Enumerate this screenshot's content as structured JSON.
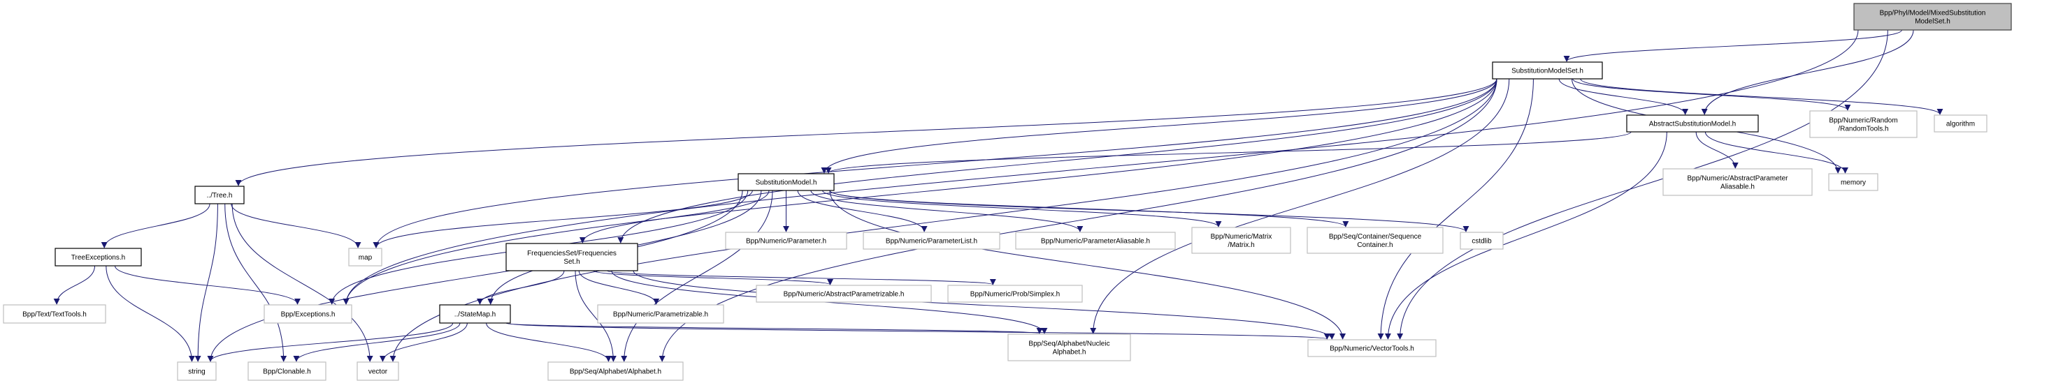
{
  "graph": {
    "edge_color": "#191970",
    "root_fill": "#bfbfbf",
    "nodes": [
      {
        "id": "mixed",
        "lines": [
          "Bpp/Phyl/Model/MixedSubstitution",
          "ModelSet.h"
        ],
        "kind": "root"
      },
      {
        "id": "smset",
        "lines": [
          "SubstitutionModelSet.h"
        ],
        "kind": "doc"
      },
      {
        "id": "asm",
        "lines": [
          "AbstractSubstitutionModel.h"
        ],
        "kind": "doc"
      },
      {
        "id": "random",
        "lines": [
          "Bpp/Numeric/Random",
          "/RandomTools.h"
        ],
        "kind": "ext"
      },
      {
        "id": "algorithm",
        "lines": [
          "algorithm"
        ],
        "kind": "ext"
      },
      {
        "id": "apa",
        "lines": [
          "Bpp/Numeric/AbstractParameter",
          "Aliasable.h"
        ],
        "kind": "ext"
      },
      {
        "id": "memory",
        "lines": [
          "memory"
        ],
        "kind": "ext"
      },
      {
        "id": "tree",
        "lines": [
          "../Tree.h"
        ],
        "kind": "doc"
      },
      {
        "id": "sm",
        "lines": [
          "SubstitutionModel.h"
        ],
        "kind": "doc"
      },
      {
        "id": "treeexc",
        "lines": [
          "TreeExceptions.h"
        ],
        "kind": "doc"
      },
      {
        "id": "map",
        "lines": [
          "map"
        ],
        "kind": "ext"
      },
      {
        "id": "freq",
        "lines": [
          "FrequenciesSet/Frequencies",
          "Set.h"
        ],
        "kind": "doc"
      },
      {
        "id": "param",
        "lines": [
          "Bpp/Numeric/Parameter.h"
        ],
        "kind": "ext"
      },
      {
        "id": "paramlist",
        "lines": [
          "Bpp/Numeric/ParameterList.h"
        ],
        "kind": "ext"
      },
      {
        "id": "paramalias",
        "lines": [
          "Bpp/Numeric/ParameterAliasable.h"
        ],
        "kind": "ext"
      },
      {
        "id": "matrix",
        "lines": [
          "Bpp/Numeric/Matrix",
          "/Matrix.h"
        ],
        "kind": "ext"
      },
      {
        "id": "seqcont",
        "lines": [
          "Bpp/Seq/Container/Sequence",
          "Container.h"
        ],
        "kind": "ext"
      },
      {
        "id": "cstdlib",
        "lines": [
          "cstdlib"
        ],
        "kind": "ext"
      },
      {
        "id": "texttools",
        "lines": [
          "Bpp/Text/TextTools.h"
        ],
        "kind": "ext"
      },
      {
        "id": "exceptions",
        "lines": [
          "Bpp/Exceptions.h"
        ],
        "kind": "ext"
      },
      {
        "id": "statemap",
        "lines": [
          "../StateMap.h"
        ],
        "kind": "doc"
      },
      {
        "id": "parametrizable",
        "lines": [
          "Bpp/Numeric/Parametrizable.h"
        ],
        "kind": "ext"
      },
      {
        "id": "absparametrizable",
        "lines": [
          "Bpp/Numeric/AbstractParametrizable.h"
        ],
        "kind": "ext"
      },
      {
        "id": "simplex",
        "lines": [
          "Bpp/Numeric/Prob/Simplex.h"
        ],
        "kind": "ext"
      },
      {
        "id": "string",
        "lines": [
          "string"
        ],
        "kind": "ext"
      },
      {
        "id": "clonable",
        "lines": [
          "Bpp/Clonable.h"
        ],
        "kind": "ext"
      },
      {
        "id": "vector",
        "lines": [
          "vector"
        ],
        "kind": "ext"
      },
      {
        "id": "alphabet",
        "lines": [
          "Bpp/Seq/Alphabet/Alphabet.h"
        ],
        "kind": "ext"
      },
      {
        "id": "nucleic",
        "lines": [
          "Bpp/Seq/Alphabet/Nucleic",
          "Alphabet.h"
        ],
        "kind": "ext"
      },
      {
        "id": "vectortools",
        "lines": [
          "Bpp/Numeric/VectorTools.h"
        ],
        "kind": "ext"
      }
    ],
    "edges": [
      [
        "mixed",
        "smset"
      ],
      [
        "mixed",
        "asm"
      ],
      [
        "mixed",
        "exceptions"
      ],
      [
        "mixed",
        "vectortools"
      ],
      [
        "smset",
        "tree"
      ],
      [
        "smset",
        "exceptions"
      ],
      [
        "smset",
        "map"
      ],
      [
        "smset",
        "vector"
      ],
      [
        "smset",
        "freq"
      ],
      [
        "smset",
        "sm"
      ],
      [
        "smset",
        "asm"
      ],
      [
        "smset",
        "random"
      ],
      [
        "smset",
        "algorithm"
      ],
      [
        "smset",
        "memory"
      ],
      [
        "smset",
        "vectortools"
      ],
      [
        "smset",
        "nucleic"
      ],
      [
        "smset",
        "alphabet"
      ],
      [
        "asm",
        "sm"
      ],
      [
        "asm",
        "apa"
      ],
      [
        "asm",
        "memory"
      ],
      [
        "asm",
        "vectortools"
      ],
      [
        "tree",
        "treeexc"
      ],
      [
        "tree",
        "map"
      ],
      [
        "tree",
        "string"
      ],
      [
        "tree",
        "clonable"
      ],
      [
        "tree",
        "vector"
      ],
      [
        "treeexc",
        "texttools"
      ],
      [
        "treeexc",
        "string"
      ],
      [
        "treeexc",
        "exceptions"
      ],
      [
        "sm",
        "map"
      ],
      [
        "sm",
        "exceptions"
      ],
      [
        "sm",
        "string"
      ],
      [
        "sm",
        "statemap"
      ],
      [
        "sm",
        "freq"
      ],
      [
        "sm",
        "param"
      ],
      [
        "sm",
        "paramlist"
      ],
      [
        "sm",
        "paramalias"
      ],
      [
        "sm",
        "matrix"
      ],
      [
        "sm",
        "seqcont"
      ],
      [
        "sm",
        "cstdlib"
      ],
      [
        "sm",
        "alphabet"
      ],
      [
        "sm",
        "vectortools"
      ],
      [
        "freq",
        "statemap"
      ],
      [
        "freq",
        "alphabet"
      ],
      [
        "freq",
        "parametrizable"
      ],
      [
        "freq",
        "absparametrizable"
      ],
      [
        "freq",
        "simplex"
      ],
      [
        "freq",
        "nucleic"
      ],
      [
        "freq",
        "vectortools"
      ],
      [
        "statemap",
        "string"
      ],
      [
        "statemap",
        "clonable"
      ],
      [
        "statemap",
        "vector"
      ],
      [
        "statemap",
        "alphabet"
      ],
      [
        "statemap",
        "nucleic"
      ],
      [
        "statemap",
        "vectortools"
      ]
    ]
  }
}
